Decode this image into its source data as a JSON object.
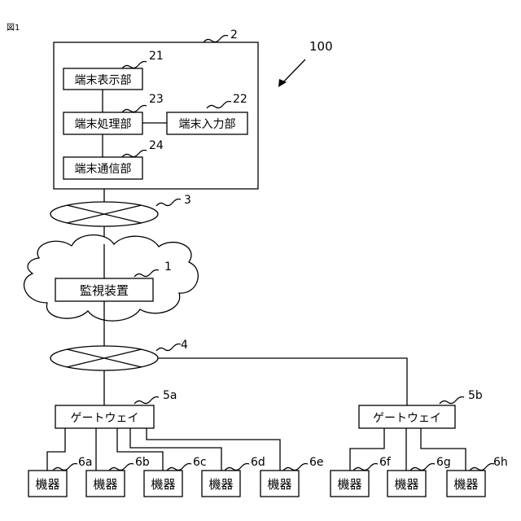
{
  "figure_label": "図1",
  "system_ref": "100",
  "terminal": {
    "ref": "2",
    "display": {
      "label": "端末表示部",
      "ref": "21"
    },
    "input": {
      "label": "端末入力部",
      "ref": "22"
    },
    "processing": {
      "label": "端末処理部",
      "ref": "23"
    },
    "communication": {
      "label": "端末通信部",
      "ref": "24"
    }
  },
  "network_3": {
    "ref": "3"
  },
  "network_4": {
    "ref": "4"
  },
  "monitor": {
    "label": "監視装置",
    "ref": "1"
  },
  "gateways": [
    {
      "label": "ゲートウェイ",
      "ref": "5a"
    },
    {
      "label": "ゲートウェイ",
      "ref": "5b"
    }
  ],
  "devices": [
    {
      "label": "機器",
      "ref": "6a"
    },
    {
      "label": "機器",
      "ref": "6b"
    },
    {
      "label": "機器",
      "ref": "6c"
    },
    {
      "label": "機器",
      "ref": "6d"
    },
    {
      "label": "機器",
      "ref": "6e"
    },
    {
      "label": "機器",
      "ref": "6f"
    },
    {
      "label": "機器",
      "ref": "6g"
    },
    {
      "label": "機器",
      "ref": "6h"
    }
  ]
}
